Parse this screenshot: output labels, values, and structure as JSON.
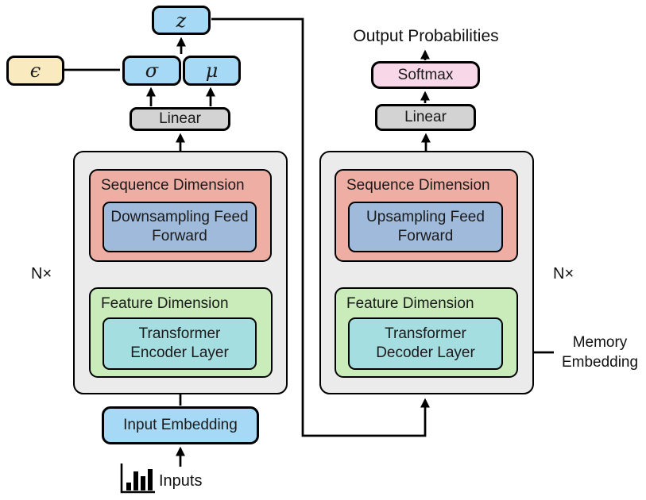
{
  "colors": {
    "light_blue": "#a6d9f6",
    "pale_yellow": "#faeabf",
    "gray_button": "#d3d3d3",
    "block_gray": "#ebebeb",
    "salmon": "#efaea4",
    "steel_blue": "#9fbada",
    "light_green": "#c9ecba",
    "teal": "#a4dee1",
    "pink": "#f8d7e8",
    "line_black": "#000000"
  },
  "encoder": {
    "z_label": "z",
    "sigma_label": "σ",
    "mu_label": "μ",
    "epsilon_label": "ϵ",
    "linear_label": "Linear",
    "repeat_label": "N×",
    "sequence_dimension_label": "Sequence Dimension",
    "downsampling_label": "Downsampling Feed Forward",
    "feature_dimension_label": "Feature Dimension",
    "transformer_layer_label": "Transformer Encoder Layer",
    "input_embedding_label": "Input Embedding",
    "inputs_label": "Inputs",
    "inputs_icon": "bar-chart-icon"
  },
  "decoder": {
    "output_probabilities_label": "Output Probabilities",
    "softmax_label": "Softmax",
    "linear_label": "Linear",
    "repeat_label": "N×",
    "sequence_dimension_label": "Sequence Dimension",
    "upsampling_label": "Upsampling Feed Forward",
    "feature_dimension_label": "Feature Dimension",
    "transformer_layer_label": "Transformer Decoder Layer",
    "memory_embedding_label": "Memory Embedding"
  }
}
